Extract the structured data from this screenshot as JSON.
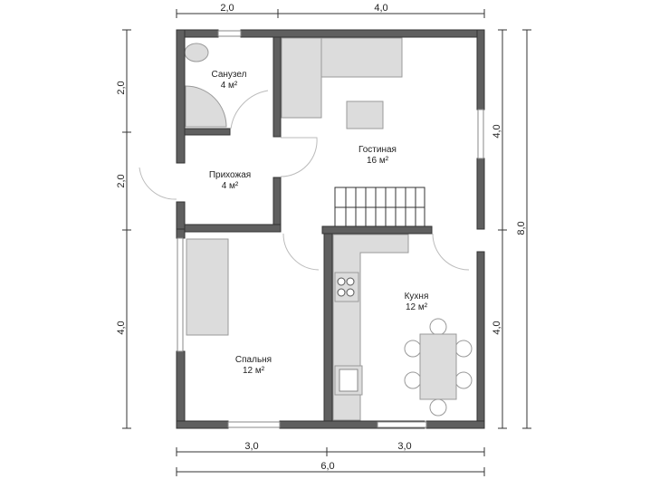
{
  "rooms": [
    {
      "name": "Санузел",
      "area": "4 м²"
    },
    {
      "name": "Прихожая",
      "area": "4 м²"
    },
    {
      "name": "Гостиная",
      "area": "16 м²"
    },
    {
      "name": "Спальня",
      "area": "12 м²"
    },
    {
      "name": "Кухня",
      "area": "12 м²"
    }
  ],
  "dimensions": {
    "top": [
      "2,0",
      "4,0"
    ],
    "left": [
      "2,0",
      "2,0",
      "4,0"
    ],
    "right": [
      "4,0",
      "4,0"
    ],
    "right_total": "8,0",
    "bottom": [
      "3,0",
      "3,0"
    ],
    "bottom_total": "6,0"
  }
}
